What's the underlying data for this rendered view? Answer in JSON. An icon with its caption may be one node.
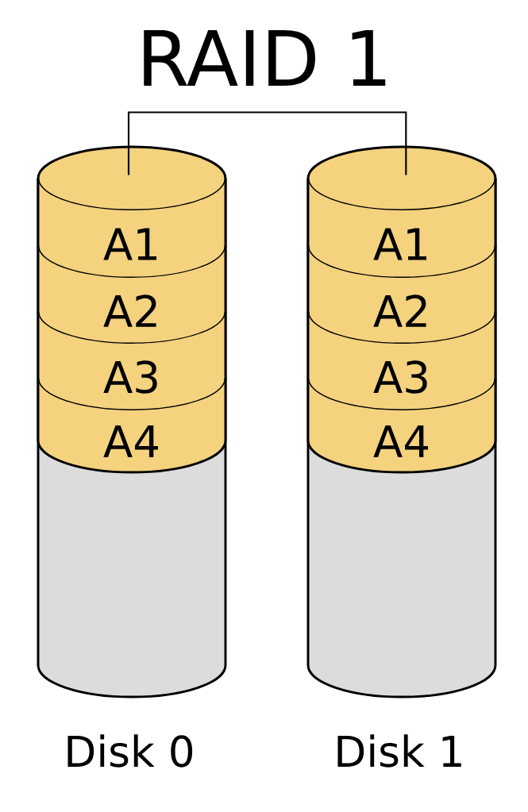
{
  "diagram": {
    "title": "RAID 1",
    "nodes": [
      {
        "text": [],
        "shape": "cylinder",
        "beside": [
          "Disk 0"
        ]
      },
      {
        "text": [
          "A1"
        ],
        "in": 0
      },
      {
        "text": [
          "A2"
        ],
        "in": 0
      },
      {
        "text": [
          "A3"
        ],
        "in": 0
      },
      {
        "text": [
          "A4"
        ],
        "in": 0
      },
      {
        "text": [],
        "shape": "cylinder",
        "beside": [
          "Disk 1"
        ]
      },
      {
        "text": [
          "A1"
        ],
        "in": 5
      },
      {
        "text": [
          "A2"
        ],
        "in": 5
      },
      {
        "text": [
          "A3"
        ],
        "in": 5
      },
      {
        "text": [
          "A4"
        ],
        "in": 5
      }
    ],
    "edges": [
      {
        "from": 0,
        "to": 5,
        "arrow": "none"
      }
    ]
  }
}
